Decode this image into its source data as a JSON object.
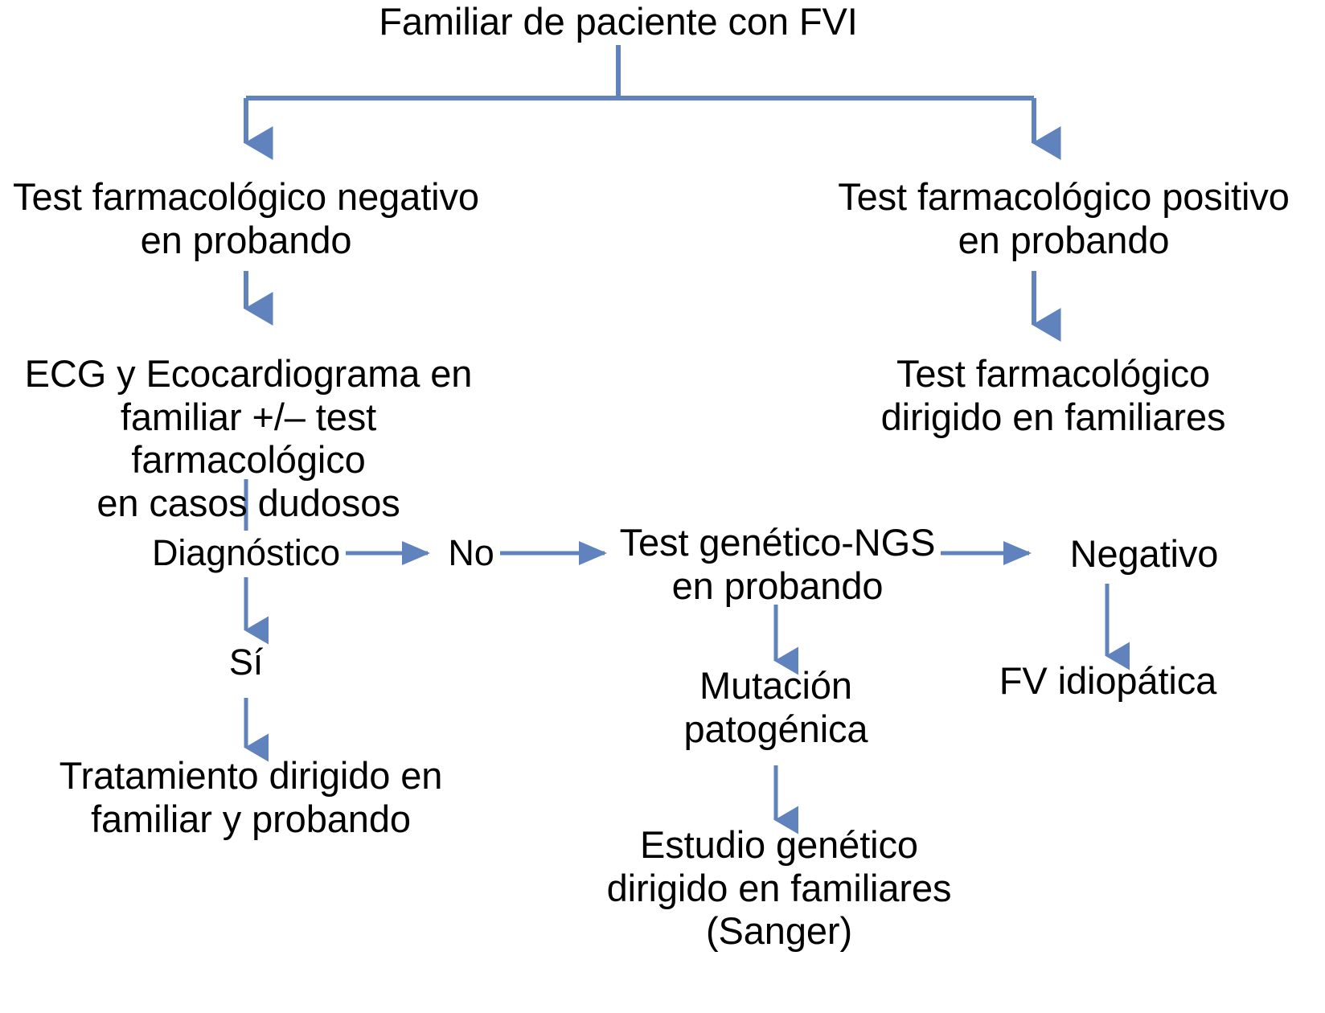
{
  "diagram": {
    "title": "Algoritmo de estudio familiar en FVI",
    "type": "flowchart",
    "accent_color": "#6183BD",
    "text_color": "#000000",
    "background_color": "#FFFFFF",
    "nodes": {
      "root": "Familiar de paciente con FVI",
      "left_branch": "Test farmacológico negativo\nen probando",
      "right_branch": "Test farmacológico positivo\nen probando",
      "ecg": "ECG y Ecocardiograma en\nfamiliar +/– test farmacológico\nen casos dudosos",
      "targeted_pharm": "Test farmacológico\ndirigido en familiares",
      "diagnostico": "Diagnóstico",
      "no": "No",
      "si": "Sí",
      "ngs": "Test genético-NGS\nen probando",
      "negativo": "Negativo",
      "fv_idiopatica": "FV idiopática",
      "mutacion": "Mutación\npatogénica",
      "tratamiento": "Tratamiento dirigido en\nfamiliar y probando",
      "estudio_sanger": "Estudio genético\ndirigido en familiares\n(Sanger)"
    },
    "edges": [
      {
        "from": "root",
        "to": "left_branch",
        "style": "elbow-arrow"
      },
      {
        "from": "root",
        "to": "right_branch",
        "style": "elbow-arrow"
      },
      {
        "from": "left_branch",
        "to": "ecg",
        "style": "arrow-down"
      },
      {
        "from": "right_branch",
        "to": "targeted_pharm",
        "style": "arrow-down"
      },
      {
        "from": "ecg",
        "to": "diagnostico",
        "style": "line-down"
      },
      {
        "from": "diagnostico",
        "to": "no",
        "style": "arrow-right"
      },
      {
        "from": "no",
        "to": "ngs",
        "style": "arrow-right"
      },
      {
        "from": "diagnostico",
        "to": "si",
        "style": "arrow-down"
      },
      {
        "from": "si",
        "to": "tratamiento",
        "style": "arrow-down"
      },
      {
        "from": "ngs",
        "to": "negativo",
        "style": "arrow-right"
      },
      {
        "from": "ngs",
        "to": "mutacion",
        "style": "arrow-down"
      },
      {
        "from": "negativo",
        "to": "fv_idiopatica",
        "style": "arrow-down"
      },
      {
        "from": "mutacion",
        "to": "estudio_sanger",
        "style": "arrow-down"
      }
    ]
  }
}
